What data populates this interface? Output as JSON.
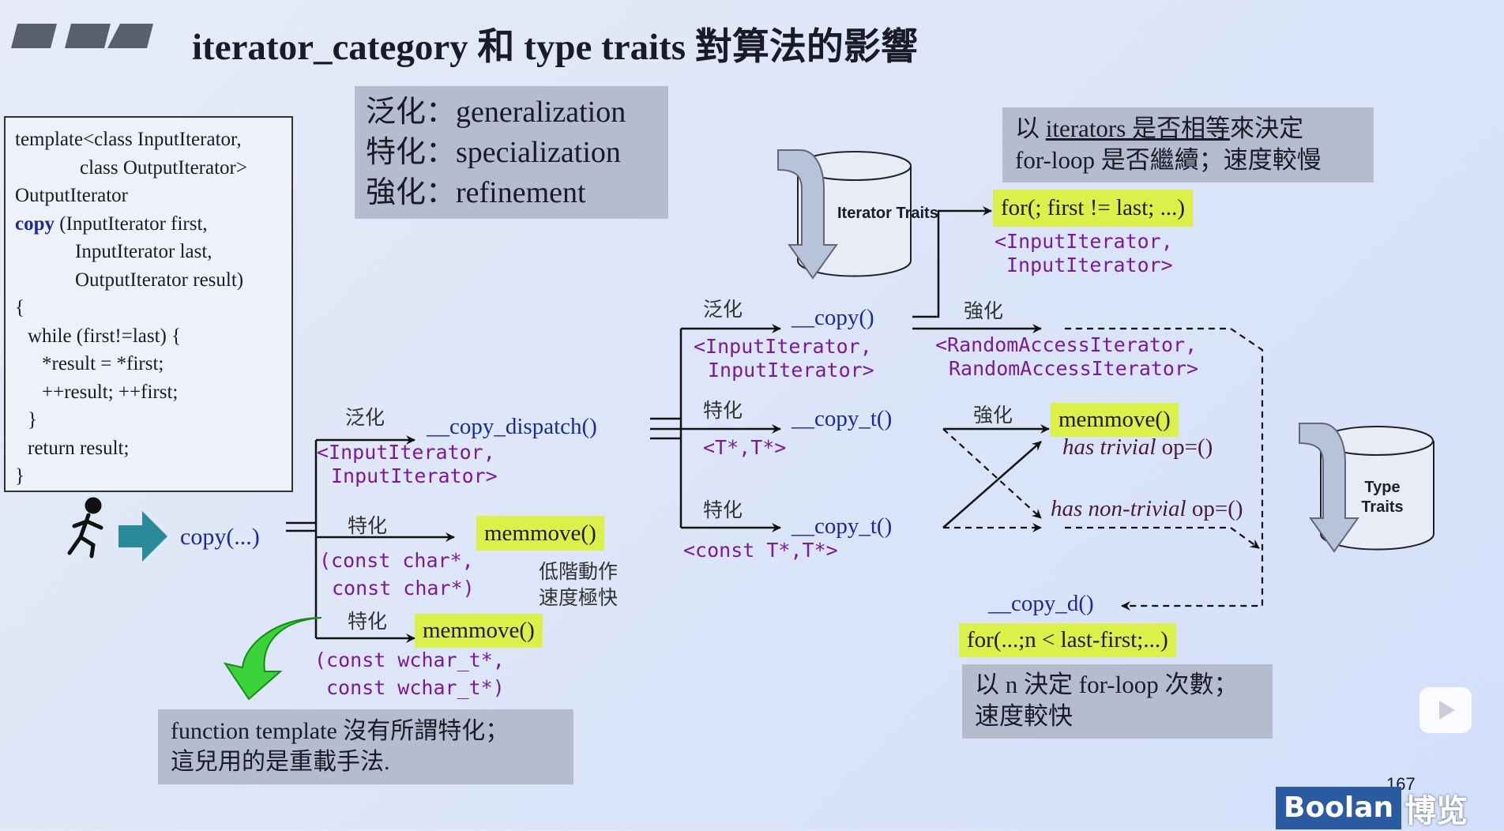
{
  "title": "iterator_category 和 type traits 對算法的影響",
  "code_box": {
    "lines": [
      "template<class InputIterator,",
      "class OutputIterator>",
      "OutputIterator",
      "(InputIterator first,",
      "InputIterator last,",
      "OutputIterator result)",
      "{",
      "while (first!=last) {",
      "*result = *first;",
      "++result; ++first;",
      "}",
      "return result;",
      "}"
    ],
    "keyword": "copy"
  },
  "legend_box": {
    "lines": [
      "泛化：generalization",
      "特化：specialization",
      "強化：refinement"
    ]
  },
  "iterator_traits": "Iterator Traits",
  "type_traits": "Type Traits",
  "note_slow": {
    "line1_prefix": "以 ",
    "line1_underlined": "iterators 是否相等",
    "line1_suffix": "來決定",
    "line2": "for-loop 是否繼續；速度較慢"
  },
  "for_neq": "for(; first != last; ...)",
  "input_iter_pair": [
    "<InputIterator,",
    "InputIterator>"
  ],
  "labels": {
    "generalize": "泛化",
    "specialize": "特化",
    "refine": "強化"
  },
  "copy_call": "copy(...)",
  "copy_dispatch": "__copy_dispatch()",
  "dispatch_params": [
    "<InputIterator,",
    "InputIterator>"
  ],
  "copy_fn": "__copy()",
  "copy_params": [
    "<InputIterator,",
    "InputIterator>"
  ],
  "random_params": [
    "<RandomAccessIterator,",
    "RandomAccessIterator>"
  ],
  "copy_t": "__copy_t()",
  "copy_t_params1": "<T*,T*>",
  "copy_t_params2": "<const T*,T*>",
  "memmove": "memmove()",
  "has_trivial": {
    "italic": "has trivial",
    "rest": " op=()"
  },
  "has_nontrivial": {
    "italic": "has non-trivial",
    "rest": " op=()"
  },
  "copy_d": "__copy_d()",
  "for_n": "for(...;n < last-first;...)",
  "note_fast": [
    "以 n 決定 for-loop 次數；",
    "速度較快"
  ],
  "char_params": [
    "(const char*,",
    "const char*)"
  ],
  "low_level": [
    "低階動作",
    "速度極快"
  ],
  "wchar_params": [
    "(const wchar_t*,",
    "const wchar_t*)"
  ],
  "note_overload": [
    "function template 沒有所謂特化；",
    "這兒用的是重載手法."
  ],
  "page_number": "167",
  "brand": {
    "en": "Boolan",
    "zh": "博览"
  },
  "colors": {
    "highlight": "#dcf04a",
    "gray_box": "#b4bccd",
    "param": "#7a1a9a",
    "function": "#1a2a9a"
  }
}
